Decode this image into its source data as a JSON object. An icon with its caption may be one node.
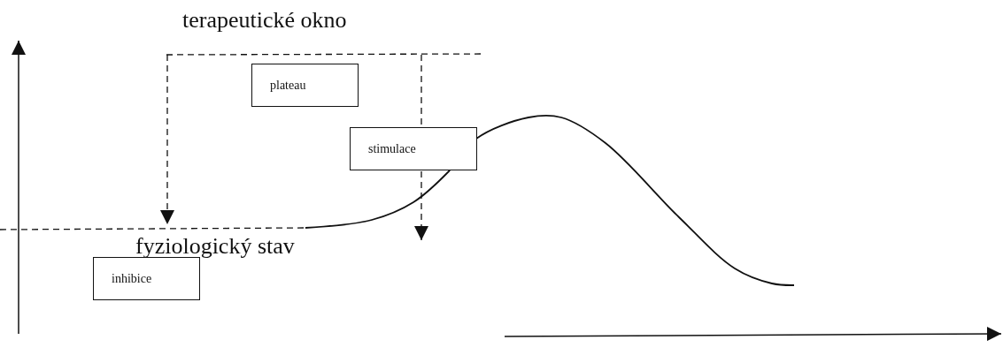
{
  "diagram": {
    "title": "terapeutické okno",
    "nodes": [
      {
        "text": [
          "plateau"
        ]
      },
      {
        "text": [
          "stimulace"
        ]
      },
      {
        "text": [
          "inhibice"
        ]
      }
    ],
    "labels": [
      "fyziologický stav"
    ]
  }
}
